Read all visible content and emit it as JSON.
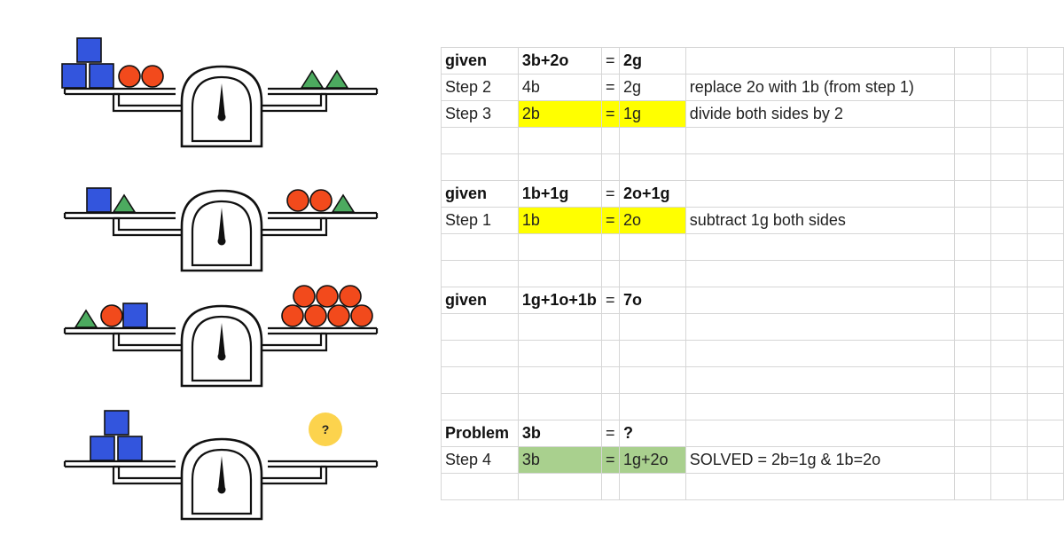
{
  "scales": [
    {
      "name": "scale-1",
      "left": [
        "cube",
        "cube",
        "cube",
        "circle",
        "circle"
      ],
      "right": [
        "triangle",
        "triangle"
      ]
    },
    {
      "name": "scale-2",
      "left": [
        "cube",
        "triangle"
      ],
      "right": [
        "circle",
        "circle",
        "triangle"
      ]
    },
    {
      "name": "scale-3",
      "left": [
        "triangle",
        "circle",
        "cube"
      ],
      "right": [
        "circle",
        "circle",
        "circle",
        "circle",
        "circle",
        "circle",
        "circle"
      ]
    },
    {
      "name": "scale-4",
      "left": [
        "cube",
        "cube",
        "cube"
      ],
      "right": [
        "question"
      ]
    }
  ],
  "question_mark": "?",
  "colors": {
    "cube": "#3355dd",
    "circle": "#f24a1c",
    "triangle": "#4caa5f",
    "question": "#fcd34d",
    "highlight_yellow": "#ffff00",
    "highlight_green": "#a9d08e"
  },
  "table": {
    "rows": [
      {
        "label": "given",
        "expr": "3b+2o",
        "eq": "=",
        "rhs": "2g",
        "note": "",
        "bold": true,
        "hl": ""
      },
      {
        "label": "Step 2",
        "expr": "4b",
        "eq": "=",
        "rhs": "2g",
        "note": "replace 2o with 1b (from step 1)",
        "bold": false,
        "hl": ""
      },
      {
        "label": "Step 3",
        "expr": "2b",
        "eq": "=",
        "rhs": "1g",
        "note": "divide both sides by 2",
        "bold": false,
        "hl": "yellow"
      },
      {
        "label": "",
        "expr": "",
        "eq": "",
        "rhs": "",
        "note": "",
        "bold": false,
        "hl": ""
      },
      {
        "label": "",
        "expr": "",
        "eq": "",
        "rhs": "",
        "note": "",
        "bold": false,
        "hl": ""
      },
      {
        "label": "given",
        "expr": "1b+1g",
        "eq": "=",
        "rhs": "2o+1g",
        "note": "",
        "bold": true,
        "hl": ""
      },
      {
        "label": "Step 1",
        "expr": "1b",
        "eq": "=",
        "rhs": "2o",
        "note": "subtract 1g both sides",
        "bold": false,
        "hl": "yellow"
      },
      {
        "label": "",
        "expr": "",
        "eq": "",
        "rhs": "",
        "note": "",
        "bold": false,
        "hl": ""
      },
      {
        "label": "",
        "expr": "",
        "eq": "",
        "rhs": "",
        "note": "",
        "bold": false,
        "hl": ""
      },
      {
        "label": "given",
        "expr": "1g+1o+1b",
        "eq": "=",
        "rhs": "7o",
        "note": "",
        "bold": true,
        "hl": ""
      },
      {
        "label": "",
        "expr": "",
        "eq": "",
        "rhs": "",
        "note": "",
        "bold": false,
        "hl": ""
      },
      {
        "label": "",
        "expr": "",
        "eq": "",
        "rhs": "",
        "note": "",
        "bold": false,
        "hl": ""
      },
      {
        "label": "",
        "expr": "",
        "eq": "",
        "rhs": "",
        "note": "",
        "bold": false,
        "hl": ""
      },
      {
        "label": "",
        "expr": "",
        "eq": "",
        "rhs": "",
        "note": "",
        "bold": false,
        "hl": ""
      },
      {
        "label": "Problem",
        "expr": "3b",
        "eq": "=",
        "rhs": "?",
        "note": "",
        "bold": true,
        "hl": ""
      },
      {
        "label": "Step 4",
        "expr": "3b",
        "eq": "=",
        "rhs": "1g+2o",
        "note": "SOLVED  =  2b=1g & 1b=2o",
        "bold": false,
        "hl": "green"
      },
      {
        "label": "",
        "expr": "",
        "eq": "",
        "rhs": "",
        "note": "",
        "bold": false,
        "hl": ""
      }
    ]
  }
}
